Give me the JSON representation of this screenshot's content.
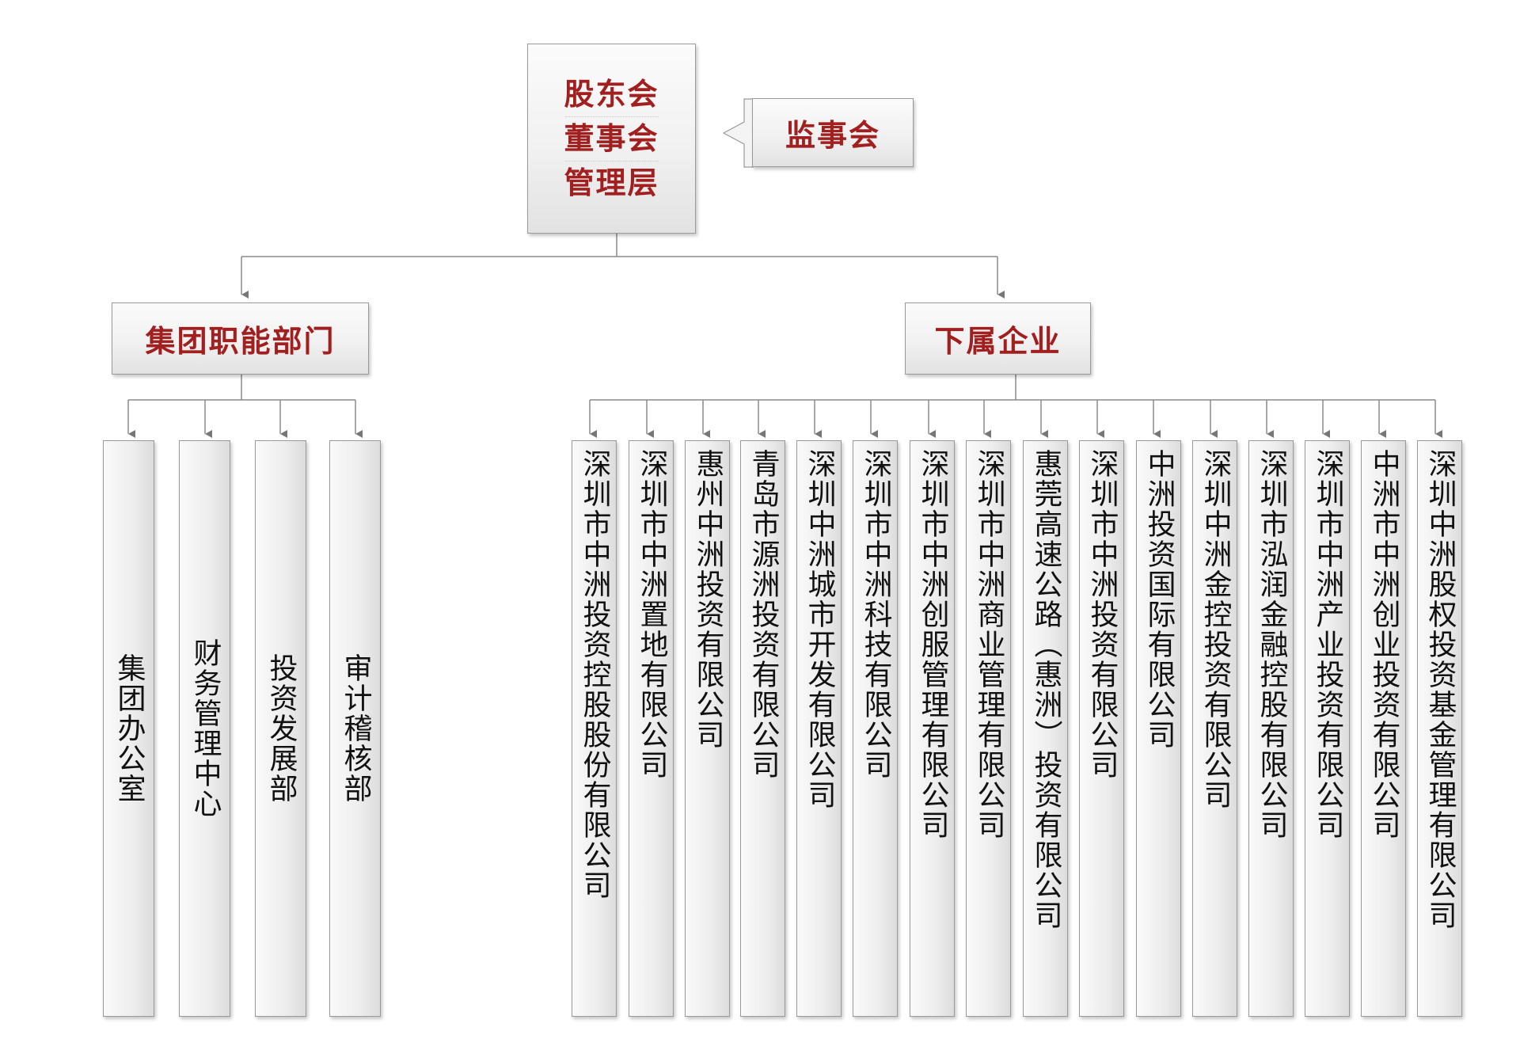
{
  "colors": {
    "accent_text": "#a21f1f",
    "box_border": "#9a9a9a",
    "connector": "#8a8a8a",
    "leaf_text": "#111111"
  },
  "top": {
    "lines": [
      "股东会",
      "董事会",
      "管理层"
    ]
  },
  "supervisor": {
    "label": "监事会"
  },
  "dept_group": {
    "label": "集团职能部门",
    "items": [
      "集团办公室",
      "财务管理中心",
      "投资发展部",
      "审计稽核部"
    ]
  },
  "sub_group": {
    "label": "下属企业",
    "items": [
      "深圳市中洲投资控股股份有限公司",
      "深圳市中洲置地有限公司",
      "惠州中洲投资有限公司",
      "青岛市源洲投资有限公司",
      "深圳中洲城市开发有限公司",
      "深圳市中洲科技有限公司",
      "深圳市中洲创服管理有限公司",
      "深圳市中洲商业管理有限公司",
      "惠莞高速公路（惠洲）投资有限公司",
      "深圳市中洲投资有限公司",
      "中洲投资国际有限公司",
      "深圳中洲金控投资有限公司",
      "深圳市泓润金融控股有限公司",
      "深圳市中洲产业投资有限公司",
      "中洲市中洲创业投资有限公司",
      "深圳中洲股权投资基金管理有限公司"
    ]
  }
}
